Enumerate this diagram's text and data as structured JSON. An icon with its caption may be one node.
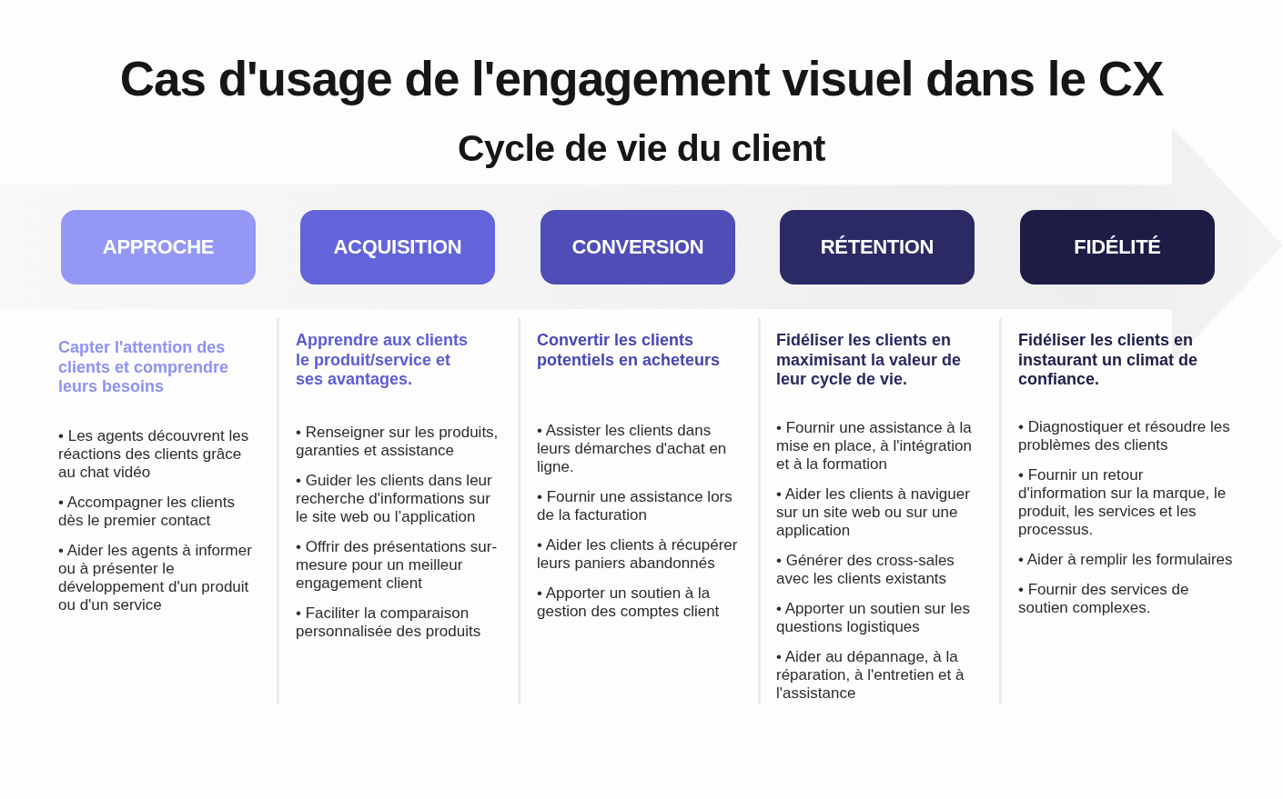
{
  "diagram": {
    "title": "Cas d'usage de l'engagement visuel dans le CX",
    "nodes": [
      {
        "text": [
          "APPROCHE"
        ],
        "beside": [
          "Capter l'attention des clients et comprendre leurs besoins",
          "• Les agents découvrent les réactions des clients grâce au chat vidéo",
          "• Accompagner les clients dès le premier contact",
          "• Aider les agents à informer ou à présenter le développement d'un produit ou d'un service"
        ]
      },
      {
        "text": [
          "ACQUISITION"
        ],
        "beside": [
          "Apprendre aux clients le produit/service et ses avantages.",
          "• Renseigner sur les produits, garanties et assistance",
          "• Guider les clients dans leur recherche d'informations sur le site web ou l’application",
          "• Offrir des présentations sur-mesure pour un meilleur engagement client",
          "• Faciliter la comparaison personnalisée des produits"
        ]
      },
      {
        "text": [
          "CONVERSION"
        ],
        "beside": [
          "Convertir les clients potentiels en acheteurs",
          "• Assister les clients dans leurs démarches d'achat en ligne.",
          "• Fournir une assistance lors de la facturation",
          "• Aider les clients à récupérer leurs paniers abandonnés",
          "• Apporter un soutien à la gestion des comptes client"
        ]
      },
      {
        "text": [
          "RÉTENTION"
        ],
        "beside": [
          "Fidéliser les clients en maximisant la valeur de leur cycle de vie.",
          "• Fournir une assistance à la mise en place, à l'intégration et à la formation",
          "• Aider les clients à naviguer sur un site web ou sur une application",
          "• Générer des cross-sales avec les clients existants",
          "• Apporter un soutien sur les questions logistiques",
          "• Aider au dépannage, à la réparation, à l'entretien et à l'assistance"
        ]
      },
      {
        "text": [
          "FIDÉLITÉ"
        ],
        "beside": [
          "Fidéliser les clients en instaurant un climat de confiance.",
          "• Diagnostiquer et résoudre les problèmes des clients",
          "• Fournir un retour d'information sur la marque, le produit, les services et les processus.",
          "• Aider à remplir les formulaires",
          "• Fournir des services de soutien complexes."
        ]
      }
    ],
    "labels": [
      "Cycle de vie du client"
    ]
  }
}
